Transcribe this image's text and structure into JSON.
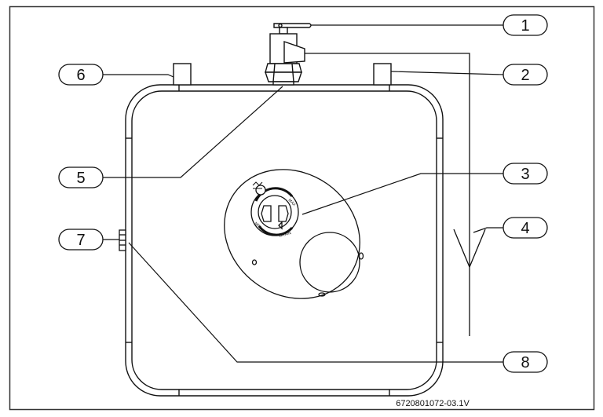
{
  "diagram": {
    "callouts": [
      {
        "number": "1"
      },
      {
        "number": "2"
      },
      {
        "number": "3"
      },
      {
        "number": "4"
      },
      {
        "number": "5"
      },
      {
        "number": "6"
      },
      {
        "number": "7"
      },
      {
        "number": "8"
      }
    ],
    "reference_code": "6720801072-03.1V",
    "dial_labels": {
      "min": "MIN",
      "max": "MAX",
      "drain": "DRAIN"
    }
  },
  "colors": {
    "line": "#111111",
    "frame": "#333333",
    "background": "#ffffff"
  }
}
